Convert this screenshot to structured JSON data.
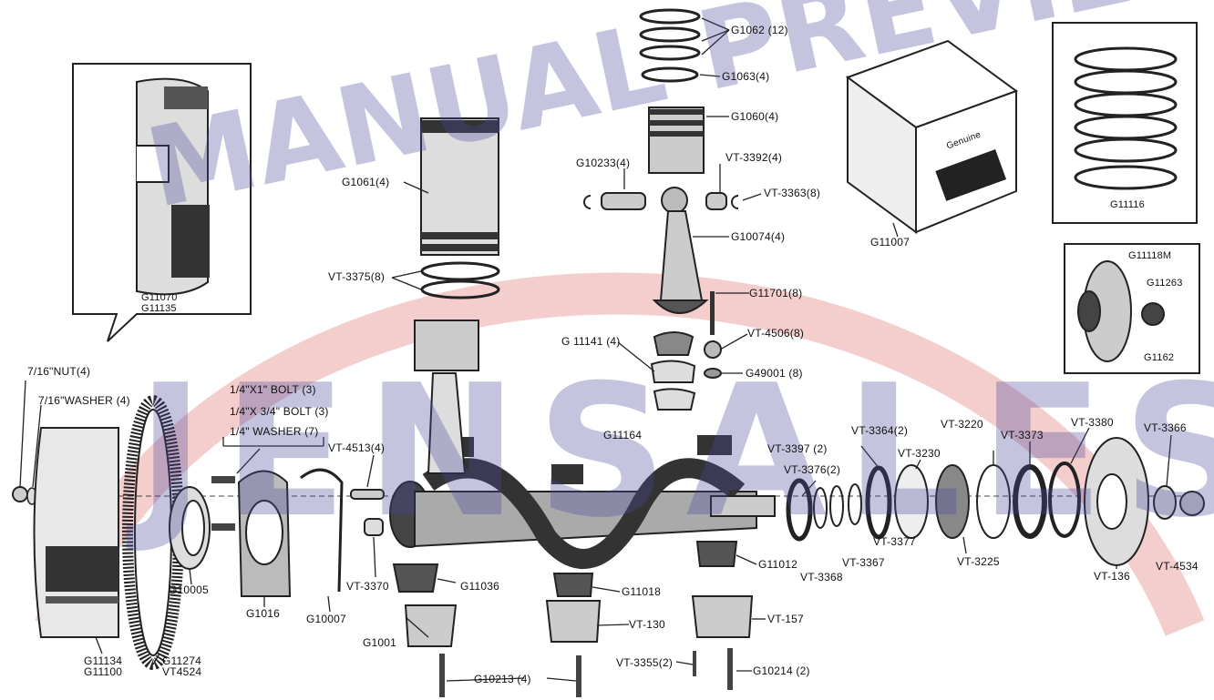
{
  "watermark": {
    "top_text": "MANUAL PREVIEW",
    "bottom_text": "JENSALES",
    "color": "#4a4a9e",
    "arc_color": "#e07070"
  },
  "labels": {
    "g1062": "G1062 (12)",
    "g1063": "G1063(4)",
    "g1060": "G1060(4)",
    "g10233": "G10233(4)",
    "vt3392": "VT-3392(4)",
    "vt3363": "VT-3363(8)",
    "g1061": "G1061(4)",
    "g10074": "G10074(4)",
    "g11007": "G11007",
    "g11116": "G11116",
    "g11118m": "G11118M",
    "g11263": "G11263",
    "g1162": "G1162",
    "g11070": "G11070",
    "g11135": "G11135",
    "vt3375": "VT-3375(8)",
    "g11701": "G11701(8)",
    "vt4506": "VT-4506(8)",
    "g11141": "G 11141 (4)",
    "g49001": "G49001 (8)",
    "nut": "7/16\"NUT(4)",
    "washer": "7/16\"WASHER (4)",
    "bolt1": "1/4\"X1\" BOLT (3)",
    "bolt2": "1/4\"X 3/4\" BOLT (3)",
    "washer7": "1/4\" WASHER (7)",
    "vt4513": "VT-4513(4)",
    "g11164": "G11164",
    "vt3397": "VT-3397 (2)",
    "vt3364": "VT-3364(2)",
    "vt3220": "VT-3220",
    "vt3373": "VT-3373",
    "vt3380": "VT-3380",
    "vt3366": "VT-3366",
    "vt3376": "VT-3376(2)",
    "vt3230": "VT-3230",
    "vt3377": "VT-3377",
    "vt3367": "VT-3367",
    "vt3368": "VT-3368",
    "vt3225": "VT-3225",
    "vt136": "VT-136",
    "vt4534": "VT-4534",
    "g10005": "G10005",
    "g1016": "G1016",
    "g10007": "G10007",
    "vt3370": "VT-3370",
    "g11036": "G11036",
    "g11018": "G11018",
    "g11012": "G11012",
    "vt130": "VT-130",
    "vt157": "VT-157",
    "g1001": "G1001",
    "g11134": "G11134",
    "g11100": "G11100",
    "g11274": "G11274",
    "vt4524": "VT4524",
    "vt3355": "VT-3355(2)",
    "g10213": "G10213 (4)",
    "g10214": "G10214 (2)",
    "box_text": "Genuine"
  }
}
